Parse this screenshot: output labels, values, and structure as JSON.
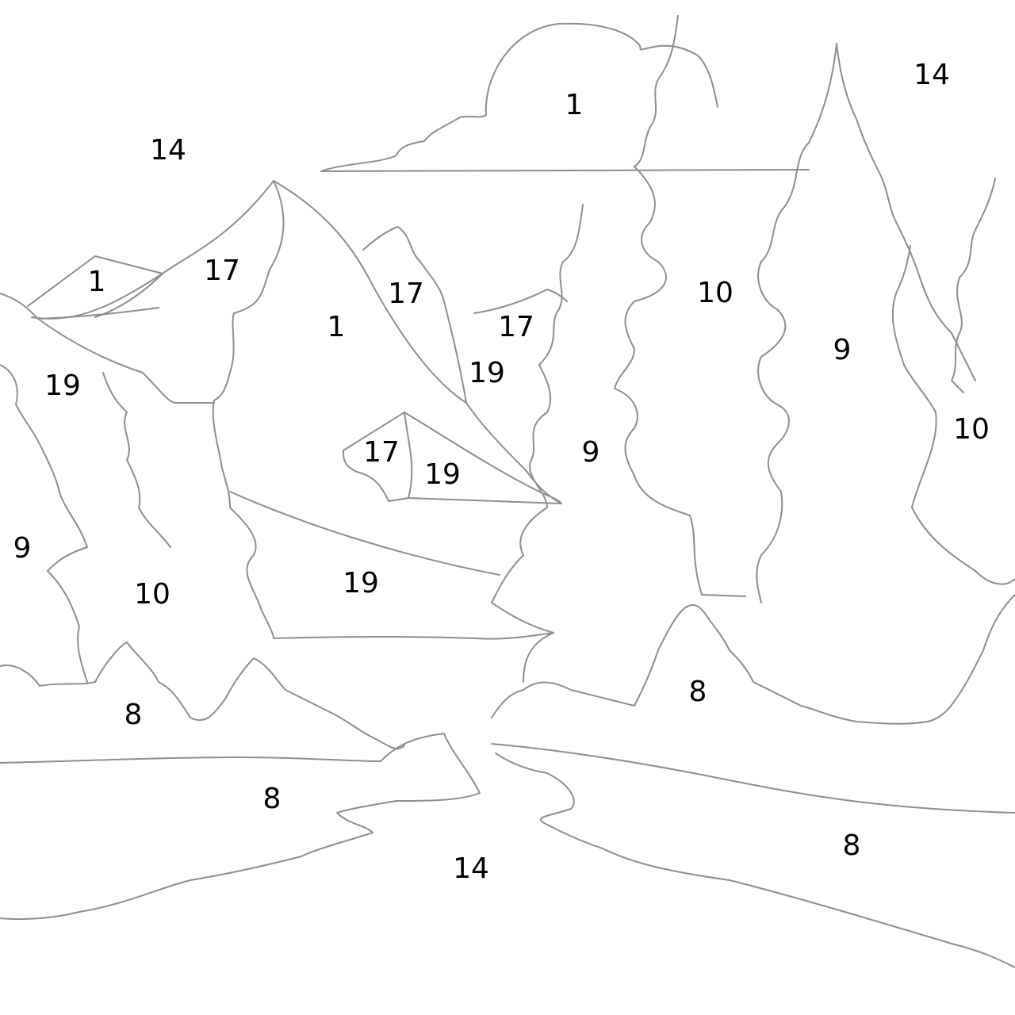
{
  "region_numbers": [
    "14",
    "1",
    "14",
    "1",
    "17",
    "17",
    "17",
    "1",
    "19",
    "19",
    "10",
    "9",
    "10",
    "17",
    "19",
    "9",
    "9",
    "10",
    "19",
    "8",
    "8",
    "8",
    "14",
    "8"
  ],
  "colors": {
    "outline": "#8e8e8e",
    "number": "#000000",
    "background": "#ffffff"
  }
}
